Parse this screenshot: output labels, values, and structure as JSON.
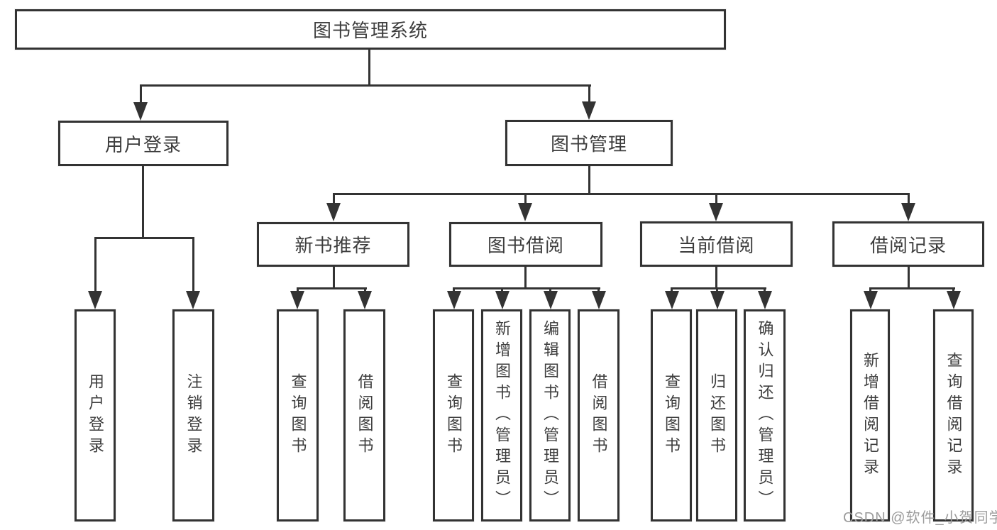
{
  "colors": {
    "background": "#ffffff",
    "line": "#333333",
    "box_border": "#333333",
    "text": "#3d3d3d",
    "watermark": "#9c9c9c"
  },
  "root": {
    "label": "图书管理系统"
  },
  "branches": [
    {
      "label": "用户登录",
      "leaves": [
        {
          "label": "用户登录"
        },
        {
          "label": "注销登录"
        }
      ]
    },
    {
      "label": "图书管理",
      "groups": [
        {
          "label": "新书推荐",
          "leaves": [
            {
              "label": "查询图书"
            },
            {
              "label": "借阅图书"
            }
          ]
        },
        {
          "label": "图书借阅",
          "leaves": [
            {
              "label": "查询图书"
            },
            {
              "label": "新增图书（管理员）"
            },
            {
              "label": "编辑图书（管理员）"
            },
            {
              "label": "借阅图书"
            }
          ]
        },
        {
          "label": "当前借阅",
          "leaves": [
            {
              "label": "查询图书"
            },
            {
              "label": "归还图书"
            },
            {
              "label": "确认归还（管理员）"
            }
          ]
        },
        {
          "label": "借阅记录",
          "leaves": [
            {
              "label": "新增借阅记录"
            },
            {
              "label": "查询借阅记录"
            }
          ]
        }
      ]
    }
  ],
  "watermark": {
    "text": "CSDN @软件_小贺同学"
  }
}
